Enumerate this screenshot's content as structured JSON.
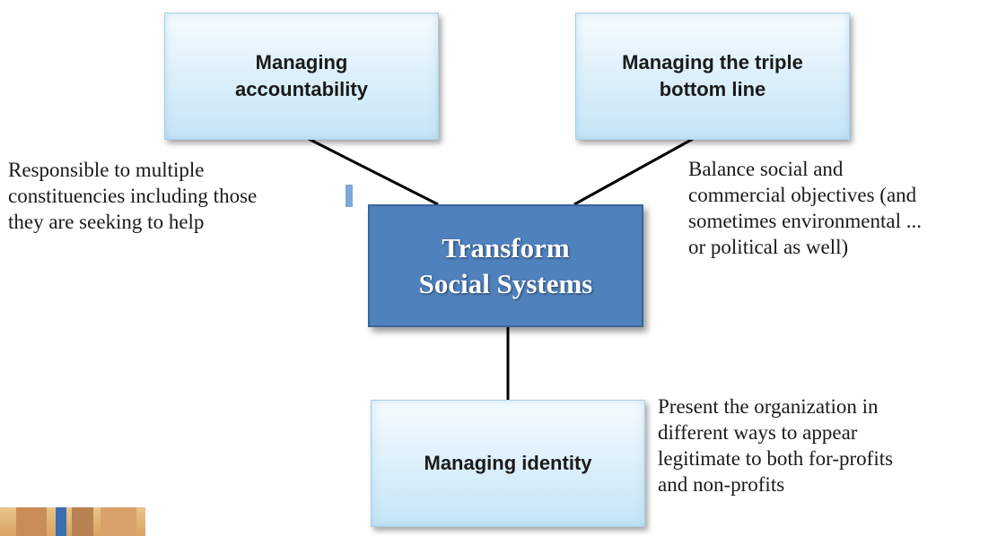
{
  "diagram": {
    "center": {
      "line1": "Transform",
      "line2": "Social Systems"
    },
    "nodes": {
      "accountability": {
        "label_line1": "Managing",
        "label_line2": "accountability",
        "description": "Responsible to multiple\nconstituencies including those\nthey are seeking to help"
      },
      "triple_bottom_line": {
        "label_line1": "Managing the triple",
        "label_line2": "bottom line",
        "description": "Balance social and\ncommercial objectives (and\nsometimes environmental ...\nor political as well)"
      },
      "identity": {
        "label": "Managing identity",
        "description": "Present the organization in\ndifferent ways to appear\nlegitimate to both for-profits\nand non-profits"
      }
    },
    "colors": {
      "center_fill": "#4f81bd",
      "box_fill": "#dff1fb",
      "connector": "#000000"
    }
  }
}
